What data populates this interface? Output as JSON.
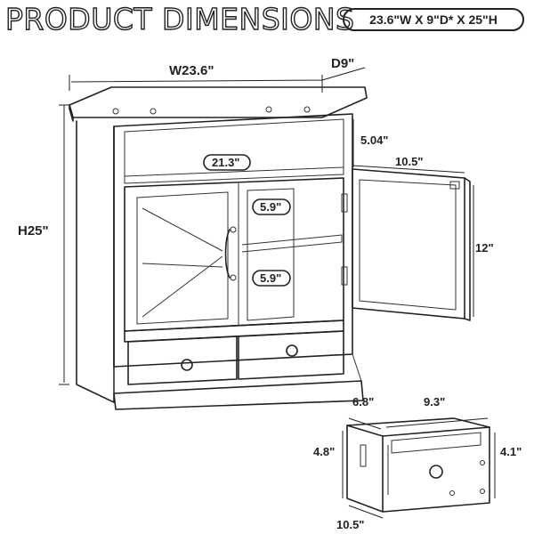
{
  "heading": "PRODUCT DIMENSIONS",
  "summary": "23.6\"W X 9\"D* X 25\"H",
  "cabinet": {
    "width": "W23.6\"",
    "depth": "D9\"",
    "height": "H25\"",
    "top_shelf_height": "5.04\"",
    "inner_width": "21.3\"",
    "upper_shelf_gap": "5.9\"",
    "lower_shelf_gap": "5.9\"",
    "door_width": "10.5\"",
    "door_height": "12\""
  },
  "drawer": {
    "depth": "6.8\"",
    "inner_width": "9.3\"",
    "front_height": "4.8\"",
    "inner_height": "4.1\"",
    "front_width": "10.5\""
  }
}
